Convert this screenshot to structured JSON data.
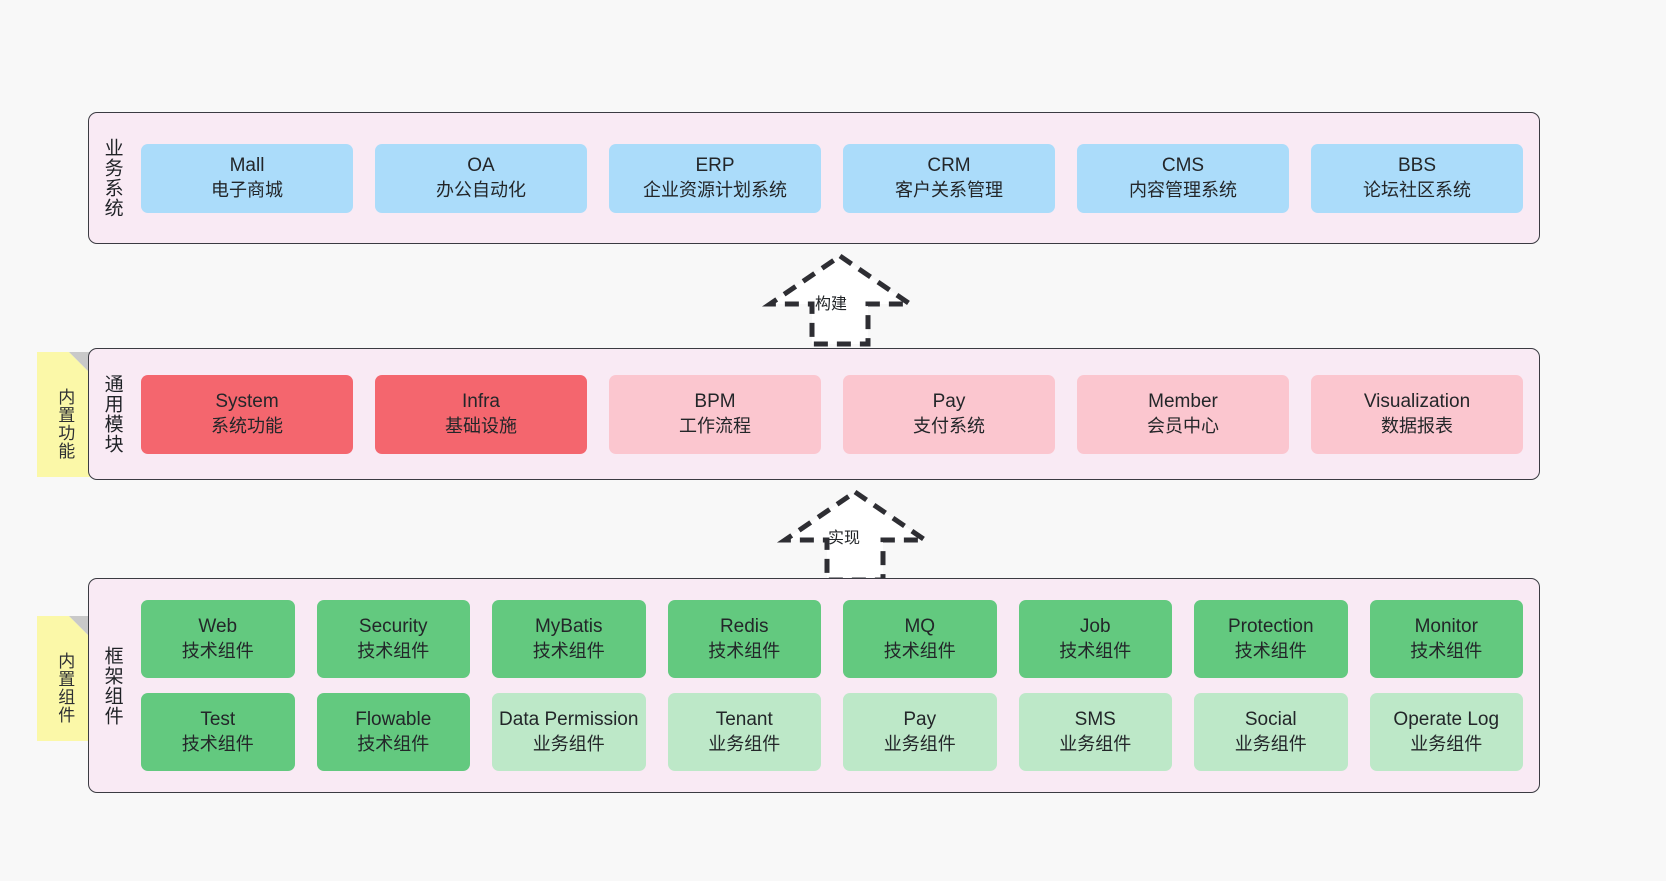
{
  "diagram": {
    "background": "#f8f8f8",
    "colors": {
      "layer_fill": "#f9eaf4",
      "layer_border": "#3b3b42",
      "blue": "#abdcfa",
      "red": "#f4666e",
      "pink": "#fbc6cf",
      "green": "#63c97f",
      "green_soft": "#bde8c8",
      "note_yellow": "#fbf8a8",
      "note_fold": "#c9c9c9"
    }
  },
  "layers": [
    {
      "id": "business",
      "title": "业务系统",
      "cards": [
        {
          "en": "Mall",
          "cn": "电子商城",
          "style": "c-blue"
        },
        {
          "en": "OA",
          "cn": "办公自动化",
          "style": "c-blue"
        },
        {
          "en": "ERP",
          "cn": "企业资源计划系统",
          "style": "c-blue"
        },
        {
          "en": "CRM",
          "cn": "客户关系管理",
          "style": "c-blue"
        },
        {
          "en": "CMS",
          "cn": "内容管理系统",
          "style": "c-blue"
        },
        {
          "en": "BBS",
          "cn": "论坛社区系统",
          "style": "c-blue"
        }
      ]
    },
    {
      "id": "module",
      "title": "通用模块",
      "cards": [
        {
          "en": "System",
          "cn": "系统功能",
          "style": "c-red"
        },
        {
          "en": "Infra",
          "cn": "基础设施",
          "style": "c-red"
        },
        {
          "en": "BPM",
          "cn": "工作流程",
          "style": "c-pink"
        },
        {
          "en": "Pay",
          "cn": "支付系统",
          "style": "c-pink"
        },
        {
          "en": "Member",
          "cn": "会员中心",
          "style": "c-pink"
        },
        {
          "en": "Visualization",
          "cn": "数据报表",
          "style": "c-pink"
        }
      ]
    },
    {
      "id": "frame",
      "title": "框架组件",
      "rows": [
        [
          {
            "en": "Web",
            "cn": "技术组件",
            "style": "c-green"
          },
          {
            "en": "Security",
            "cn": "技术组件",
            "style": "c-green"
          },
          {
            "en": "MyBatis",
            "cn": "技术组件",
            "style": "c-green"
          },
          {
            "en": "Redis",
            "cn": "技术组件",
            "style": "c-green"
          },
          {
            "en": "MQ",
            "cn": "技术组件",
            "style": "c-green"
          },
          {
            "en": "Job",
            "cn": "技术组件",
            "style": "c-green"
          },
          {
            "en": "Protection",
            "cn": "技术组件",
            "style": "c-green"
          },
          {
            "en": "Monitor",
            "cn": "技术组件",
            "style": "c-green"
          }
        ],
        [
          {
            "en": "Test",
            "cn": "技术组件",
            "style": "c-green"
          },
          {
            "en": "Flowable",
            "cn": "技术组件",
            "style": "c-green"
          },
          {
            "en": "Data Permission",
            "cn": "业务组件",
            "style": "c-green-soft"
          },
          {
            "en": "Tenant",
            "cn": "业务组件",
            "style": "c-green-soft"
          },
          {
            "en": "Pay",
            "cn": "业务组件",
            "style": "c-green-soft"
          },
          {
            "en": "SMS",
            "cn": "业务组件",
            "style": "c-green-soft"
          },
          {
            "en": "Social",
            "cn": "业务组件",
            "style": "c-green-soft"
          },
          {
            "en": "Operate Log",
            "cn": "业务组件",
            "style": "c-green-soft"
          }
        ]
      ]
    }
  ],
  "notes": [
    {
      "id": "builtin-func",
      "text": "内置功能"
    },
    {
      "id": "builtin-comp",
      "text": "内置组件"
    }
  ],
  "arrows": [
    {
      "id": "build",
      "label": "构建",
      "style": "dashed-generalization",
      "direction": "up"
    },
    {
      "id": "impl",
      "label": "实现",
      "style": "dashed-generalization",
      "direction": "up"
    }
  ]
}
